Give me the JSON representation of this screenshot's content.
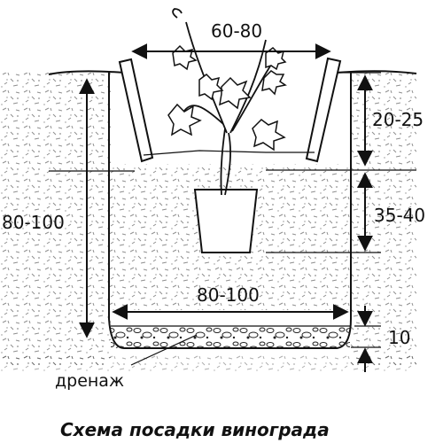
{
  "diagram": {
    "dimensions": {
      "top_width": "60-80",
      "side_depth": "80-100",
      "upper_depth": "20-25",
      "root_depth": "35-40",
      "bottom_width": "80-100",
      "drainage_height": "10"
    },
    "labels": {
      "drainage": "дренаж",
      "caption": "Схема посадки винограда"
    }
  }
}
